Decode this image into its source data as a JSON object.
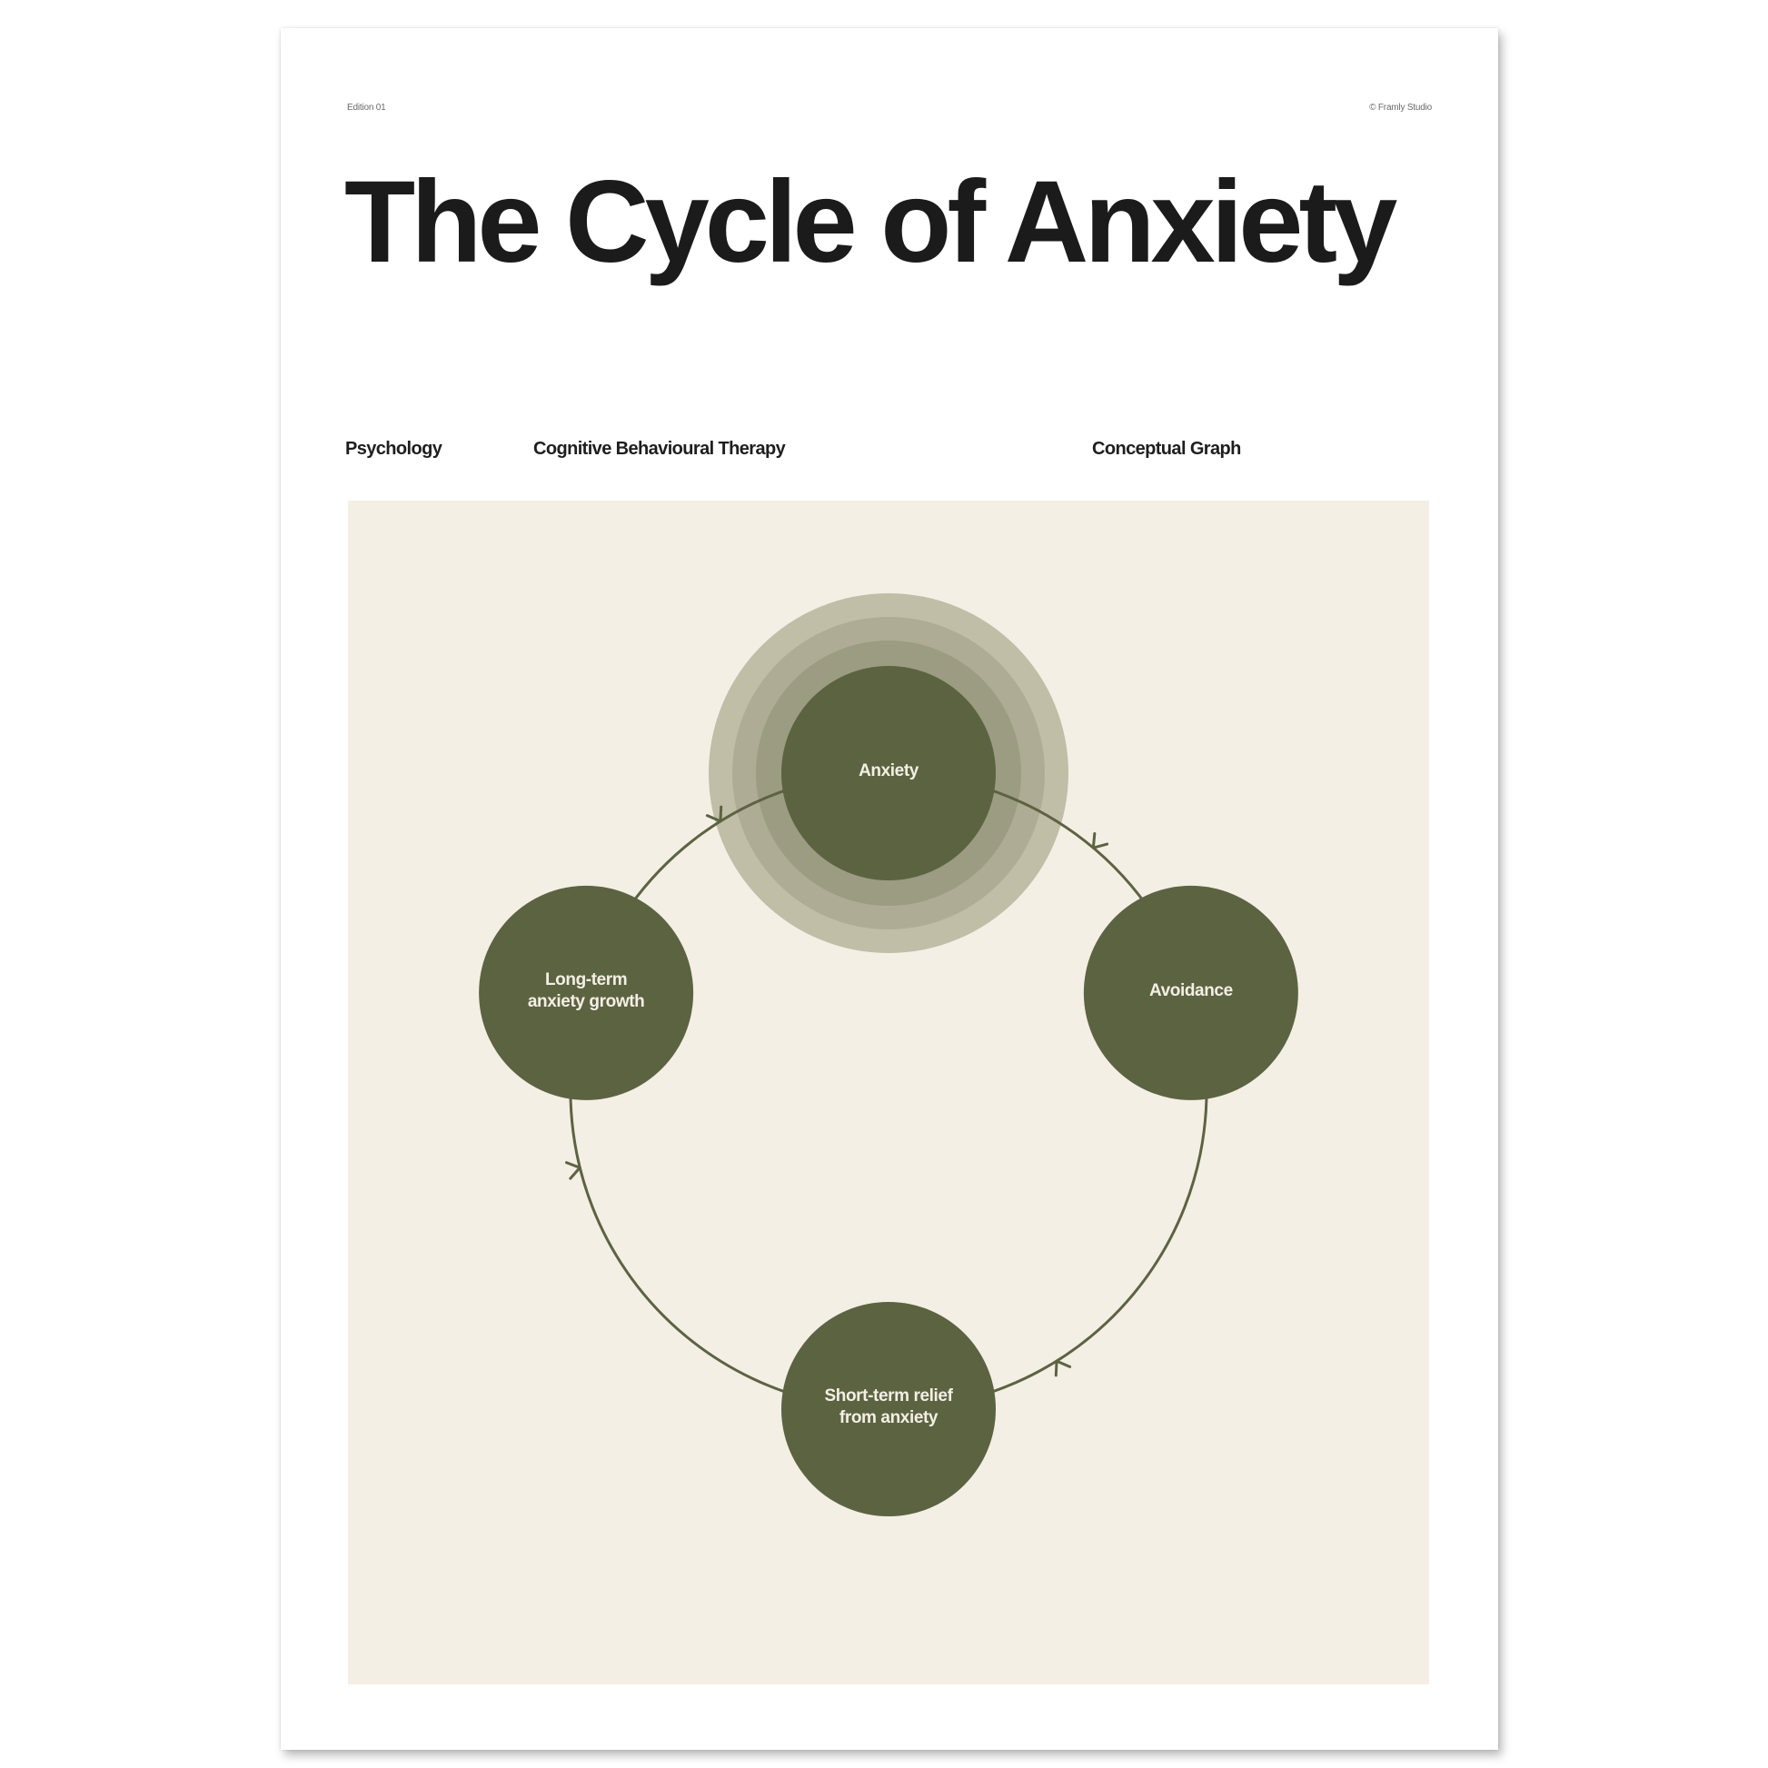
{
  "poster": {
    "edition": "Edition 01",
    "copyright": "© Framly Studio",
    "title": "The Cycle of Anxiety",
    "meta": {
      "category": "Psychology",
      "topic": "Cognitive Behavioural Therapy",
      "type": "Conceptual Graph"
    }
  },
  "diagram": {
    "colors": {
      "panel": "#f4efe4",
      "node": "#5c6341",
      "halo_outer": "#c0bea6",
      "halo_2": "#aeac94",
      "halo_3": "#9b9c82",
      "arrow": "#5c6341",
      "label": "#f4efe4"
    },
    "nodes": [
      {
        "id": "anxiety",
        "label": "Anxiety"
      },
      {
        "id": "avoidance",
        "label": "Avoidance"
      },
      {
        "id": "relief",
        "label": "Short-term relief\nfrom anxiety"
      },
      {
        "id": "growth",
        "label": "Long-term\nanxiety growth"
      }
    ],
    "edges": [
      {
        "from": "anxiety",
        "to": "avoidance"
      },
      {
        "from": "avoidance",
        "to": "relief"
      },
      {
        "from": "relief",
        "to": "growth"
      },
      {
        "from": "growth",
        "to": "anxiety"
      }
    ]
  }
}
